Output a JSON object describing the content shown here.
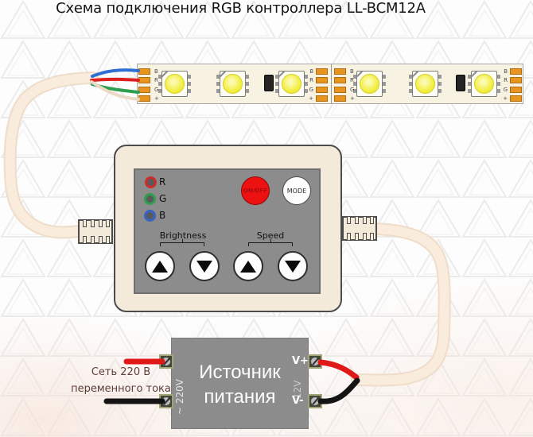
{
  "title": "Схема подключения RGB контроллера LL-BCM12A",
  "led_strip": {
    "pad_labels": [
      "B",
      "R",
      "G",
      "+"
    ],
    "led_count": 6,
    "colors": {
      "wire_b": "#2e6fd0",
      "wire_r": "#e02020",
      "wire_g": "#2f9e4f",
      "wire_plus": "#ead9c4",
      "pad": "#e8941e",
      "led": "#f2ee3e",
      "strip_body": "#f8f2e2"
    }
  },
  "controller": {
    "indicators": [
      {
        "label": "R",
        "color": "#cf2b2b"
      },
      {
        "label": "G",
        "color": "#2f9e4f"
      },
      {
        "label": "B",
        "color": "#3a62c4"
      }
    ],
    "onoff_label": "ON/OFF",
    "mode_label": "MODE",
    "brightness_label": "Brightness",
    "speed_label": "Speed",
    "colors": {
      "onoff_button": "#ee1111",
      "panel": "#8c8c8c",
      "body": "#f3ead9"
    }
  },
  "power_supply": {
    "name_line1": "Источник",
    "name_line2": "питания",
    "input_voltage": "~ 220V",
    "output_voltage": "12V",
    "vplus_label": "V+",
    "vminus_label": "V-",
    "mains_line1": "Сеть 220 В",
    "mains_line2": "переменного тока",
    "colors": {
      "body": "#8c8c8c",
      "wire_live": "#e01818",
      "wire_neutral": "#141414"
    }
  }
}
